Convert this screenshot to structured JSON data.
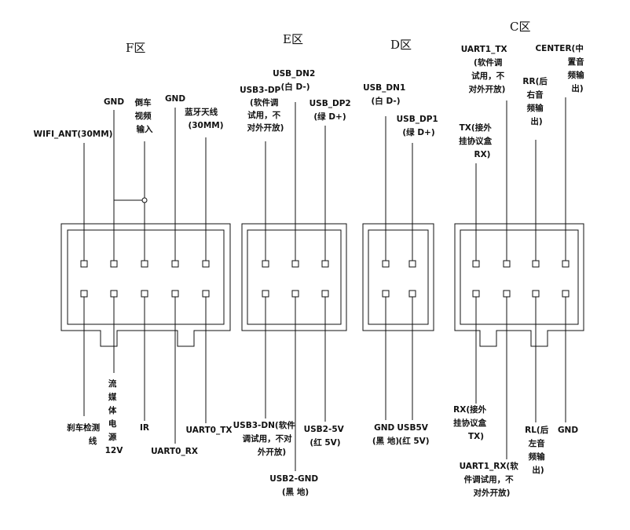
{
  "zones": {
    "F": "F区",
    "E": "E区",
    "D": "D区",
    "C": "C区"
  },
  "pins": {
    "F": {
      "top": [
        [
          "WIFI_ANT(30MM)"
        ],
        [
          "GND"
        ],
        [
          "倒车",
          "视频",
          "输入"
        ],
        [
          "GND"
        ],
        [
          "蓝牙天线",
          "(30MM)"
        ]
      ],
      "bottom": [
        [
          "刹车检测",
          "线"
        ],
        [
          "流",
          "媒",
          "体",
          "电",
          "源",
          "12V"
        ],
        [
          "IR"
        ],
        [
          "UART0_RX"
        ],
        [
          "UART0_TX"
        ]
      ]
    },
    "E": {
      "top": [
        [
          "USB3-DP",
          "(软件调",
          "试用，不",
          "对外开放)"
        ],
        [
          "USB_DN2",
          "(白 D-)"
        ],
        [
          "USB_DP2",
          "(绿 D+)"
        ]
      ],
      "bottom": [
        [
          "USB3-DN(软件",
          "调试用，不对",
          "外开放)"
        ],
        [
          "USB2-GND",
          "(黑  地)"
        ],
        [
          "USB2-5V",
          "(红 5V)"
        ]
      ]
    },
    "D": {
      "top": [
        [
          "USB_DN1",
          "(白 D-)"
        ],
        [
          "USB_DP1",
          "(绿 D+)"
        ]
      ],
      "bottom": [
        [
          "GND",
          "(黑  地)"
        ],
        [
          "USB5V",
          "(红 5V)"
        ]
      ]
    },
    "C": {
      "top": [
        [
          "TX(接外",
          "挂协议盒",
          "RX)"
        ],
        [
          "UART1_TX",
          "(软件调",
          "试用，不",
          "对外开放)"
        ],
        [
          "RR(后",
          "右音",
          "频输",
          "出)"
        ],
        [
          "CENTER(中",
          "置音",
          "频输",
          "出)"
        ]
      ],
      "bottom": [
        [
          "RX(接外",
          "挂协议盒",
          "TX)"
        ],
        [
          "UART1_RX(软",
          "件调试用，不",
          "对外开放)"
        ],
        [
          "RL(后",
          "左音",
          "频输",
          "出)"
        ],
        [
          "GND"
        ]
      ]
    }
  }
}
